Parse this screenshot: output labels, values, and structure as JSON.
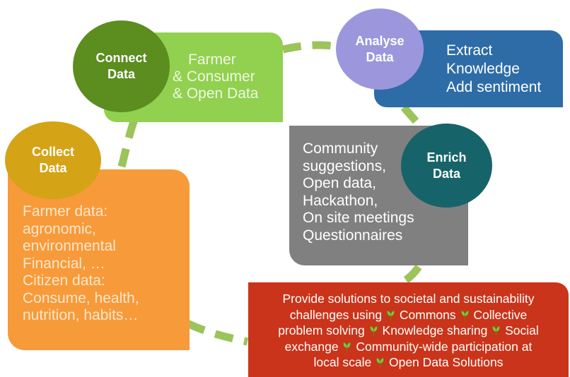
{
  "steps": {
    "collect": {
      "title": [
        "Collect",
        "Data"
      ],
      "lines": [
        "Farmer data:",
        "agronomic,",
        "environmental",
        "Financial, …",
        "Citizen data:",
        "Consume, health,",
        "nutrition, habits…"
      ]
    },
    "connect": {
      "title": [
        "Connect",
        "Data"
      ],
      "lines": [
        "Farmer",
        "& Consumer",
        "& Open Data"
      ]
    },
    "analyse": {
      "title": [
        "Analyse",
        "Data"
      ],
      "lines": [
        "Extract",
        "Knowledge",
        "Add sentiment"
      ]
    },
    "enrich": {
      "title": [
        "Enrich",
        "Data"
      ],
      "lines": [
        "Community",
        "suggestions,",
        "Open data,",
        "Hackathon,",
        "On site meetings",
        "Questionnaires"
      ]
    }
  },
  "solutions": {
    "line1": "Provide solutions to societal and sustainability",
    "line2a": "challenges using",
    "line2b": "Commons",
    "line2c": "Collective",
    "line3a": "problem solving",
    "line3b": "Knowledge sharing",
    "line3c": "Social",
    "line4a": "exchange",
    "line4b": "Community-wide participation at",
    "line5a": "local scale",
    "line5b": "Open Data Solutions"
  },
  "colors": {
    "collect_box": "#f79a3a",
    "collect_circle": "#d4a316",
    "connect_box": "#92d050",
    "connect_circle": "#5b8d1f",
    "analyse_box": "#2e6ca8",
    "analyse_circle": "#9c97dc",
    "enrich_box": "#808080",
    "enrich_circle": "#16646a",
    "solutions_box": "#c9341a",
    "cycle_dash": "#9bc45a",
    "leaf": "#8cc63f"
  },
  "icons": {
    "bullet": "leaf-icon",
    "cycle": "dashed-cycle-arrow"
  }
}
